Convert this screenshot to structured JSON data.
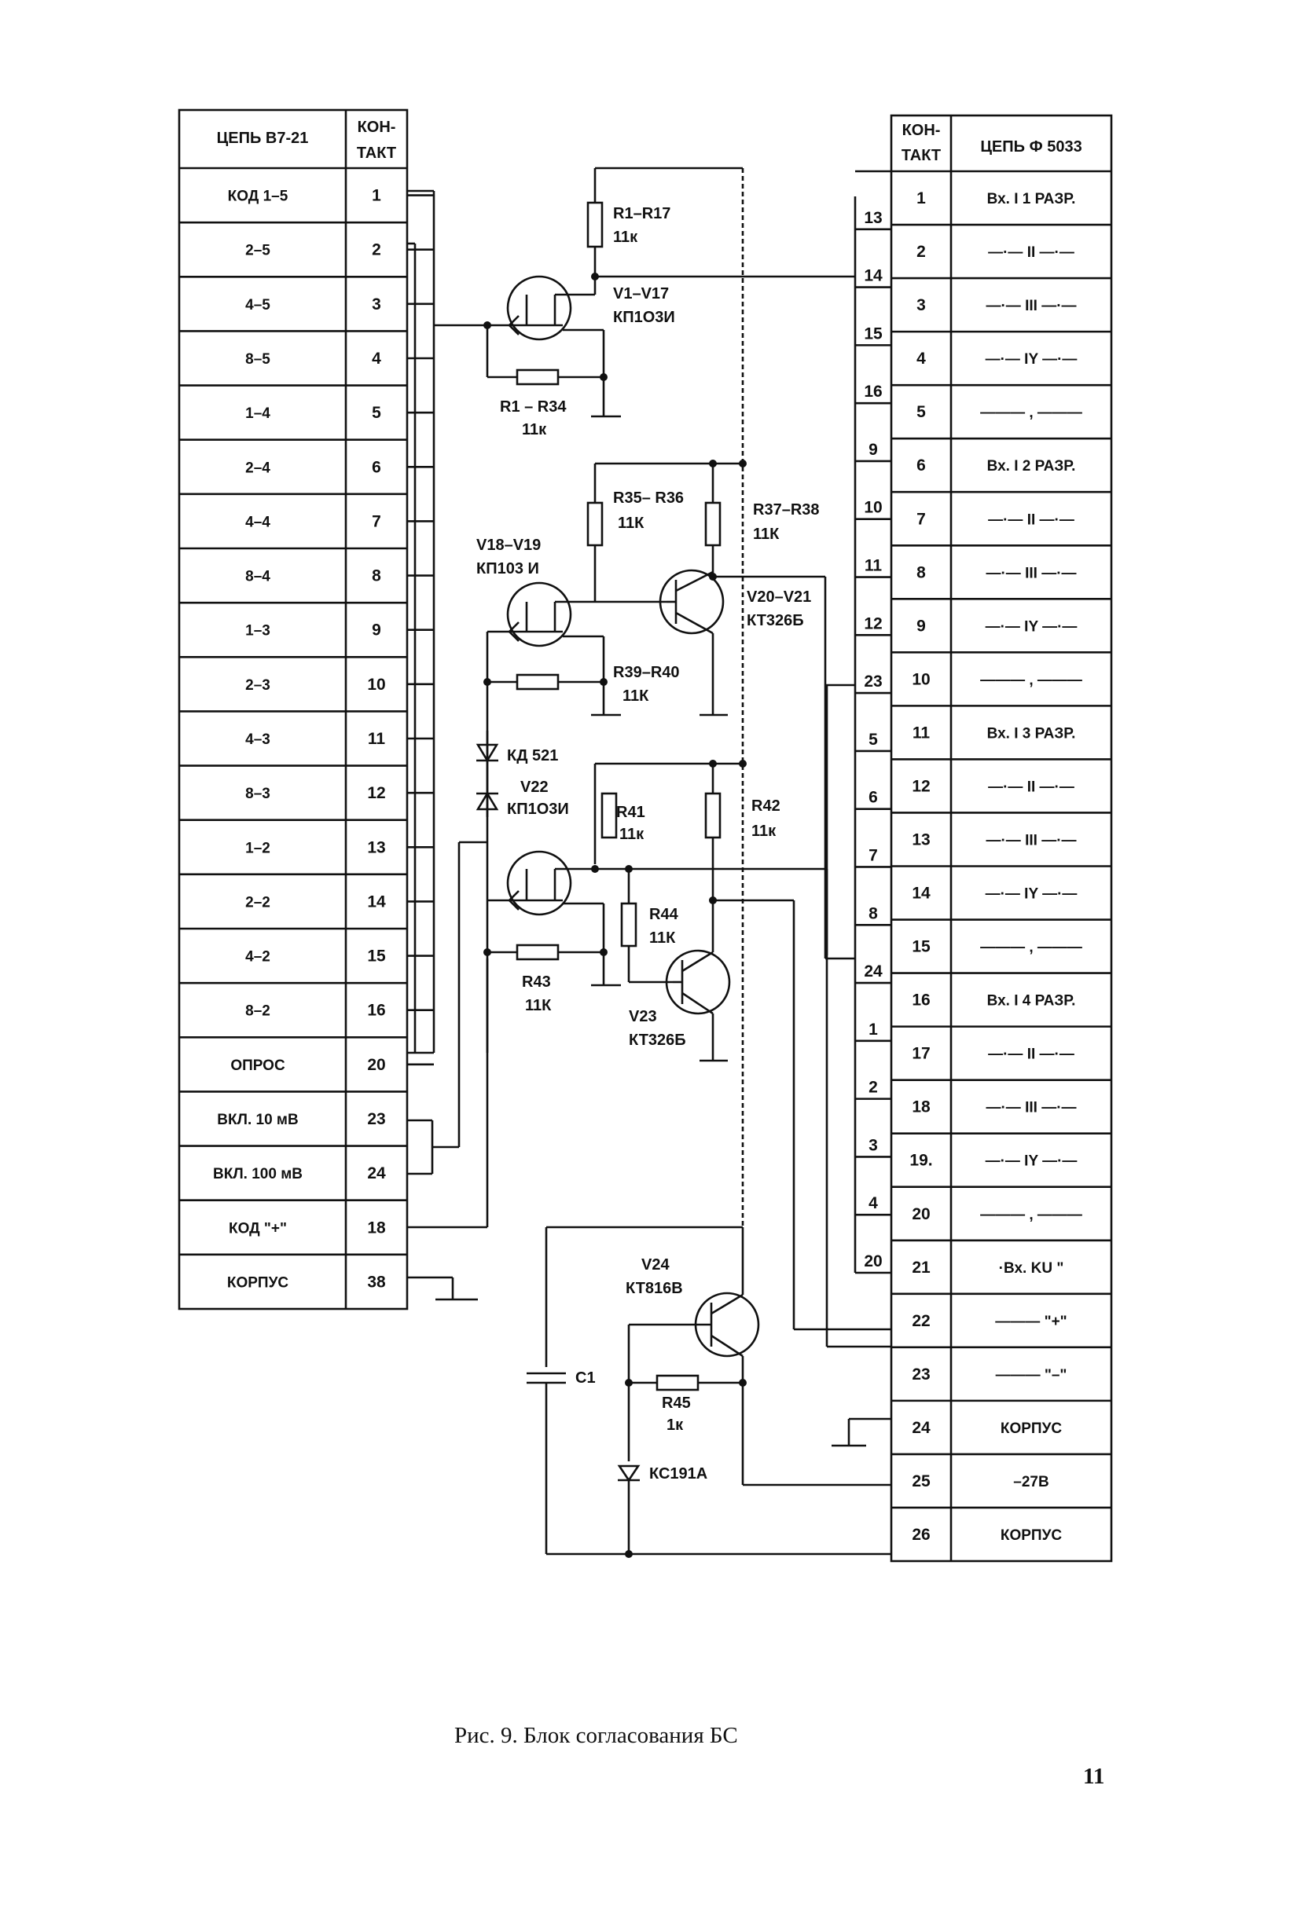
{
  "left_table": {
    "header": {
      "circuit": "ЦЕПЬ В7-21",
      "contact_l1": "КОН-",
      "contact_l2": "ТАКТ"
    },
    "rows": [
      {
        "circuit": "КОД  1–5",
        "contact": "1"
      },
      {
        "circuit": "2–5",
        "contact": "2"
      },
      {
        "circuit": "4–5",
        "contact": "3"
      },
      {
        "circuit": "8–5",
        "contact": "4"
      },
      {
        "circuit": "1–4",
        "contact": "5"
      },
      {
        "circuit": "2–4",
        "contact": "6"
      },
      {
        "circuit": "4–4",
        "contact": "7"
      },
      {
        "circuit": "8–4",
        "contact": "8"
      },
      {
        "circuit": "1–3",
        "contact": "9"
      },
      {
        "circuit": "2–3",
        "contact": "10"
      },
      {
        "circuit": "4–3",
        "contact": "11"
      },
      {
        "circuit": "8–3",
        "contact": "12"
      },
      {
        "circuit": "1–2",
        "contact": "13"
      },
      {
        "circuit": "2–2",
        "contact": "14"
      },
      {
        "circuit": "4–2",
        "contact": "15"
      },
      {
        "circuit": "8–2",
        "contact": "16"
      },
      {
        "circuit": "ОПРОС",
        "contact": "20"
      },
      {
        "circuit": "ВКЛ. 10 мВ",
        "contact": "23"
      },
      {
        "circuit": "ВКЛ. 100 мВ",
        "contact": "24"
      },
      {
        "circuit": "КОД \"+\"",
        "contact": "18"
      },
      {
        "circuit": "КОРПУС",
        "contact": "38"
      }
    ]
  },
  "right_table": {
    "header": {
      "contact_l1": "КОН-",
      "contact_l2": "ТАКТ",
      "circuit": "ЦЕПЬ  Ф 5033"
    },
    "rows": [
      {
        "contact": "1",
        "circuit": "Вх. I   1 РАЗР."
      },
      {
        "contact": "2",
        "circuit": "—·—  II  —·—"
      },
      {
        "contact": "3",
        "circuit": "—·—  III  —·—"
      },
      {
        "contact": "4",
        "circuit": "—·—  IY  —·—"
      },
      {
        "contact": "5",
        "circuit": "———  ,  ———"
      },
      {
        "contact": "6",
        "circuit": "Вх. I   2 РАЗР."
      },
      {
        "contact": "7",
        "circuit": "—·—  II  —·—"
      },
      {
        "contact": "8",
        "circuit": "—·—  III  —·—"
      },
      {
        "contact": "9",
        "circuit": "—·—  IY  —·—"
      },
      {
        "contact": "10",
        "circuit": "———  ,  ———"
      },
      {
        "contact": "11",
        "circuit": "Вх. I   3 РАЗР."
      },
      {
        "contact": "12",
        "circuit": "—·—  II  —·—"
      },
      {
        "contact": "13",
        "circuit": "—·—  III  —·—"
      },
      {
        "contact": "14",
        "circuit": "—·—  IY  —·—"
      },
      {
        "contact": "15",
        "circuit": "———  ,  ———"
      },
      {
        "contact": "16",
        "circuit": "Вх. I   4 РАЗР."
      },
      {
        "contact": "17",
        "circuit": "—·—  II  —·—"
      },
      {
        "contact": "18",
        "circuit": "—·—  III  —·—"
      },
      {
        "contact": "19.",
        "circuit": "—·—  IY  —·—"
      },
      {
        "contact": "20",
        "circuit": "———  ,  ———"
      },
      {
        "contact": "21",
        "circuit": "·Вх. KU \""
      },
      {
        "contact": "22",
        "circuit": "———  \"+\""
      },
      {
        "contact": "23",
        "circuit": "———  \"–\""
      },
      {
        "contact": "24",
        "circuit": "КОРПУС"
      },
      {
        "contact": "25",
        "circuit": "–27В"
      },
      {
        "contact": "26",
        "circuit": "КОРПУС"
      }
    ]
  },
  "wire_numbers": [
    "13",
    "14",
    "15",
    "16",
    "9",
    "10",
    "11",
    "12",
    "23",
    "5",
    "6",
    "7",
    "8",
    "24",
    "1",
    "2",
    "3",
    "4",
    "20"
  ],
  "components": {
    "r1_r17": {
      "name": "R1–R17",
      "value": "11к"
    },
    "v1_v17": {
      "name": "V1–V17",
      "type": "КП1О3И"
    },
    "r1_r34": {
      "name": "R1 – R34",
      "value": "11к"
    },
    "r35_r36": {
      "name": "R35– R36",
      "value": "11К"
    },
    "r37_r38": {
      "name": "R37–R38",
      "value": "11К"
    },
    "v18_v19": {
      "name": "V18–V19",
      "type": "КП103 И"
    },
    "v20_v21": {
      "name": "V20–V21",
      "type": "КТ326Б"
    },
    "r39_r40": {
      "name": "R39–R40",
      "value": "11К"
    },
    "kd521": {
      "name": "КД 521"
    },
    "v22": {
      "name": "V22",
      "type": "КП1О3И"
    },
    "r41": {
      "name": "R41",
      "value": "11к"
    },
    "r42": {
      "name": "R42",
      "value": "11к"
    },
    "r44": {
      "name": "R44",
      "value": "11К"
    },
    "r43": {
      "name": "R43",
      "value": "11К"
    },
    "v23": {
      "name": "V23",
      "type": "КТ326Б"
    },
    "v24": {
      "name": "V24",
      "type": "КТ816В"
    },
    "c1": {
      "name": "С1"
    },
    "r45": {
      "name": "R45",
      "value": "1к"
    },
    "kc191a": {
      "name": "КС191А"
    }
  },
  "caption": "Рис. 9. Блок согласования БС",
  "page_number": "11"
}
